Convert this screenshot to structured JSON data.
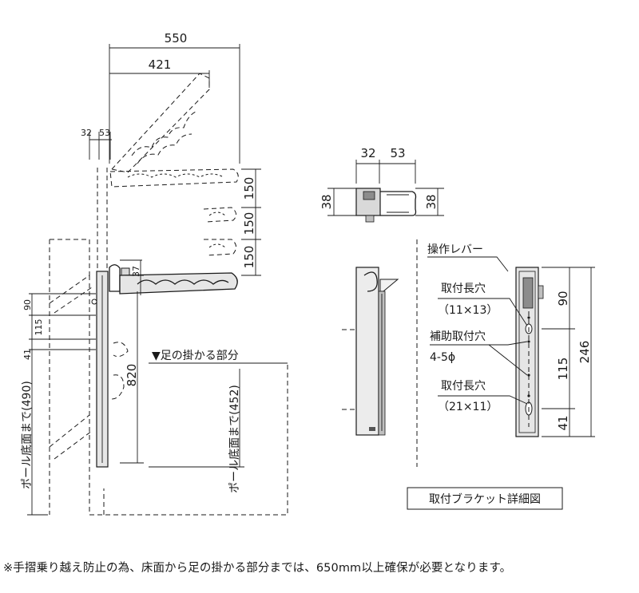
{
  "dims": {
    "arm_width": "550",
    "arm_inner": "421",
    "offset_32": "32",
    "offset_53": "53",
    "step_1": "150",
    "step_2": "150",
    "step_3": "150",
    "arm_thick": "37",
    "v90": "90",
    "v115": "115",
    "v41": "41",
    "v820": "820",
    "pole_to_floor": "ポール底面まで(490)",
    "pole_to_foot": "ポール底面まで(452)",
    "foot_part": "▼足の掛かる部分",
    "b32": "32",
    "b53": "53",
    "b38_left": "38",
    "b38_right": "38",
    "r90": "90",
    "r115": "115",
    "r41": "41",
    "r246": "246"
  },
  "labels": {
    "lever": "操作レバー",
    "slot_top": "取付長穴",
    "slot_top_size": "（11×13）",
    "aux_hole": "補助取付穴",
    "aux_hole_size": "4-5ϕ",
    "slot_bottom": "取付長穴",
    "slot_bottom_size": "（21×11）",
    "detail_title": "取付ブラケット詳細図"
  },
  "footnote": "※手摺乗り越え防止の為、床面から足の掛かる部分までは、650mm以上確保が必要となります。",
  "colors": {
    "line": "#1a1a1a",
    "metal": "#d9d9d9",
    "metal_dark": "#8c8c8c"
  }
}
